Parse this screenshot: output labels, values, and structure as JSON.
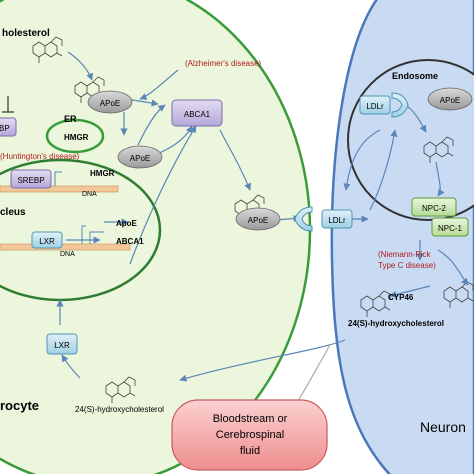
{
  "cells": {
    "astrocyte_label": "rocyte",
    "neuron_label": "Neuron"
  },
  "compartments": {
    "er_label": "ER",
    "nucleus_label": "cleus",
    "endosome_label": "Endosome"
  },
  "molecules": {
    "cholesterol_label": "holesterol",
    "apoe_er": "APoE",
    "apoe_mid": "APoE",
    "apoe_extracellular": "APoE",
    "apoe_endosome": "APoE",
    "abca1_box": "ABCA1",
    "hmgr_er": "HMGR",
    "srebp_er": "BP",
    "srebp_nucleus": "SREBP",
    "hmgr_gene": "HMGR",
    "apoe_gene": "ApoE",
    "abca1_gene": "ABCA1",
    "lxr_nucleus": "LXR",
    "dna_1": "DNA",
    "dna_2": "DNA",
    "lxr_cyto": "LXR",
    "hydroxy_astro": "24(S)-hydroxycholesterol",
    "ldlr_membrane": "LDLr",
    "ldlr_endosome": "LDLr",
    "npc2": "NPC-2",
    "npc1": "NPC-1",
    "cyp46": "CYP46",
    "hydroxy_neuron": "24(S)-hydroxycholesterol"
  },
  "diseases": {
    "alzheimers": "(Alzheimer's disease)",
    "huntingtons": "(Huntington's disease)",
    "niemann_line1": "(Niemann-Pick",
    "niemann_line2": "Type C disease)"
  },
  "outside": {
    "blood_line1": "Bloodstream or",
    "blood_line2": "Cerebrospinal",
    "blood_line3": "fluid"
  },
  "colors": {
    "astrocyte_fill": "#ecf6dc",
    "astrocyte_stroke": "#3a9b3a",
    "neuron_fill": "#c9dbf2",
    "neuron_stroke": "#4a78b8",
    "protein_purple": "#c8c0e0",
    "protein_blue": "#bfe0ee",
    "dna_bar": "#f2c79a",
    "disease_text": "#b01c1c",
    "blood_fill": "#f4a8a8",
    "arrow": "#5b86b8"
  }
}
